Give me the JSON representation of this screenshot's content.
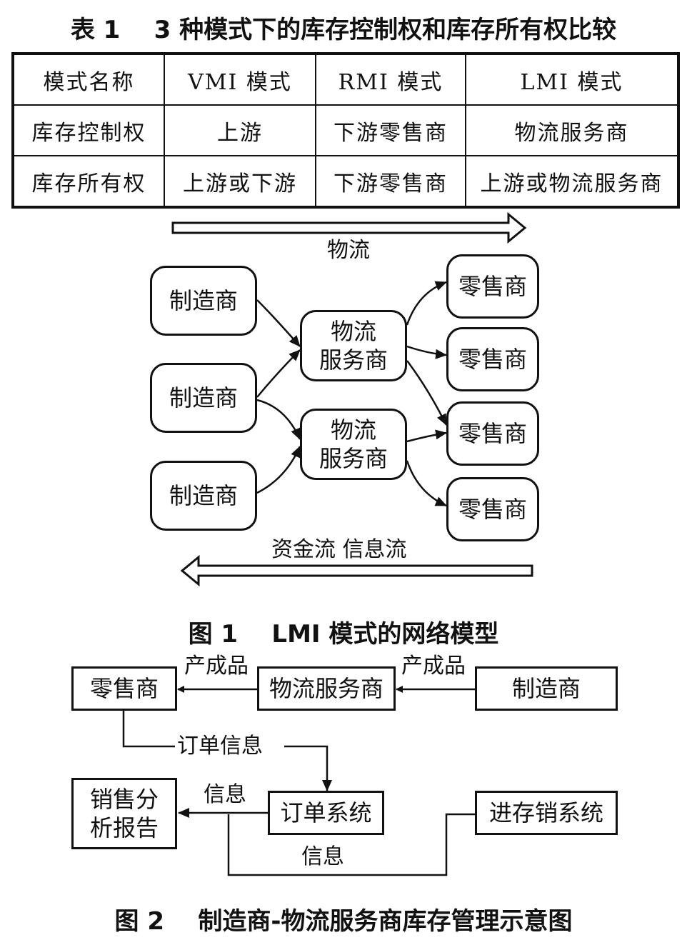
{
  "table1": {
    "caption": "表 1    3 种模式下的库存控制权和库存所有权比较",
    "headers": [
      "模式名称",
      "VMI 模式",
      "RMI 模式",
      "LMI 模式"
    ],
    "rows": [
      [
        "库存控制权",
        "上游",
        "下游零售商",
        "物流服务商"
      ],
      [
        "库存所有权",
        "上游或下游",
        "下游零售商",
        "上游或物流服务商"
      ]
    ]
  },
  "figure1": {
    "caption": "图 1    LMI 模式的网络模型",
    "top_arrow_label": "物流",
    "bottom_arrow_label": "资金流  信息流",
    "manufacturers": [
      "制造商",
      "制造商",
      "制造商"
    ],
    "logistics": [
      {
        "line1": "物流",
        "line2": "服务商"
      },
      {
        "line1": "物流",
        "line2": "服务商"
      }
    ],
    "retailers": [
      "零售商",
      "零售商",
      "零售商",
      "零售商"
    ]
  },
  "figure2": {
    "caption": "图 2    制造商-物流服务商库存管理示意图",
    "retailer": "零售商",
    "logistics_provider": "物流服务商",
    "manufacturer": "制造商",
    "product_label_1": "产成品",
    "product_label_2": "产成品",
    "order_info_label": "订单信息",
    "sales_report_line1": "销售分",
    "sales_report_line2": "析报告",
    "info_label_1": "信息",
    "order_system": "订单系统",
    "inventory_system": "进存销系统",
    "info_label_2": "信息"
  }
}
